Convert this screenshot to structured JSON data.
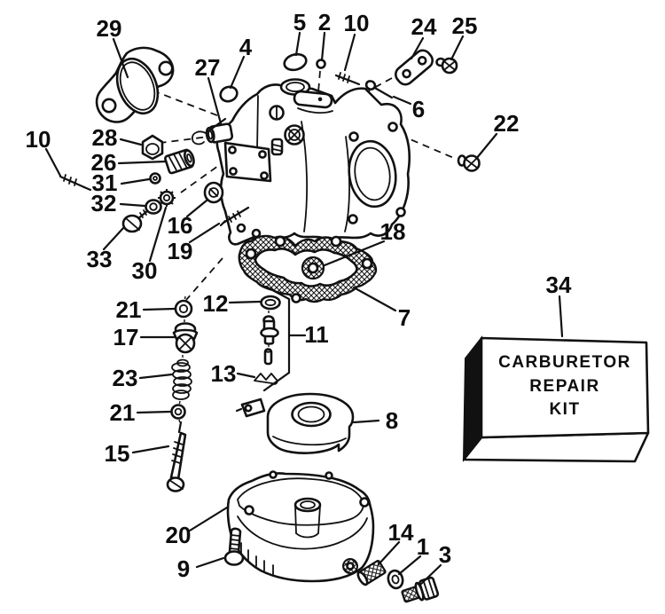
{
  "diagram": {
    "type": "exploded-parts-diagram",
    "subject": "carburetor",
    "colors": {
      "ink": "#111111",
      "paper": "#ffffff"
    },
    "kit_box": {
      "lines": {
        "0": "CARBURETOR",
        "1": "REPAIR",
        "2": "KIT"
      },
      "callout": "34"
    },
    "callouts": [
      {
        "text": "29"
      },
      {
        "text": "5"
      },
      {
        "text": "2"
      },
      {
        "text": "10"
      },
      {
        "text": "24"
      },
      {
        "text": "25"
      },
      {
        "text": "4"
      },
      {
        "text": "27"
      },
      {
        "text": "6"
      },
      {
        "text": "22"
      },
      {
        "text": "10"
      },
      {
        "text": "28"
      },
      {
        "text": "26"
      },
      {
        "text": "31"
      },
      {
        "text": "32"
      },
      {
        "text": "16"
      },
      {
        "text": "19"
      },
      {
        "text": "33"
      },
      {
        "text": "30"
      },
      {
        "text": "18"
      },
      {
        "text": "7"
      },
      {
        "text": "21"
      },
      {
        "text": "12"
      },
      {
        "text": "17"
      },
      {
        "text": "11"
      },
      {
        "text": "23"
      },
      {
        "text": "13"
      },
      {
        "text": "21"
      },
      {
        "text": "8"
      },
      {
        "text": "15"
      },
      {
        "text": "34"
      },
      {
        "text": "20"
      },
      {
        "text": "9"
      },
      {
        "text": "14"
      },
      {
        "text": "1"
      },
      {
        "text": "3"
      }
    ]
  }
}
